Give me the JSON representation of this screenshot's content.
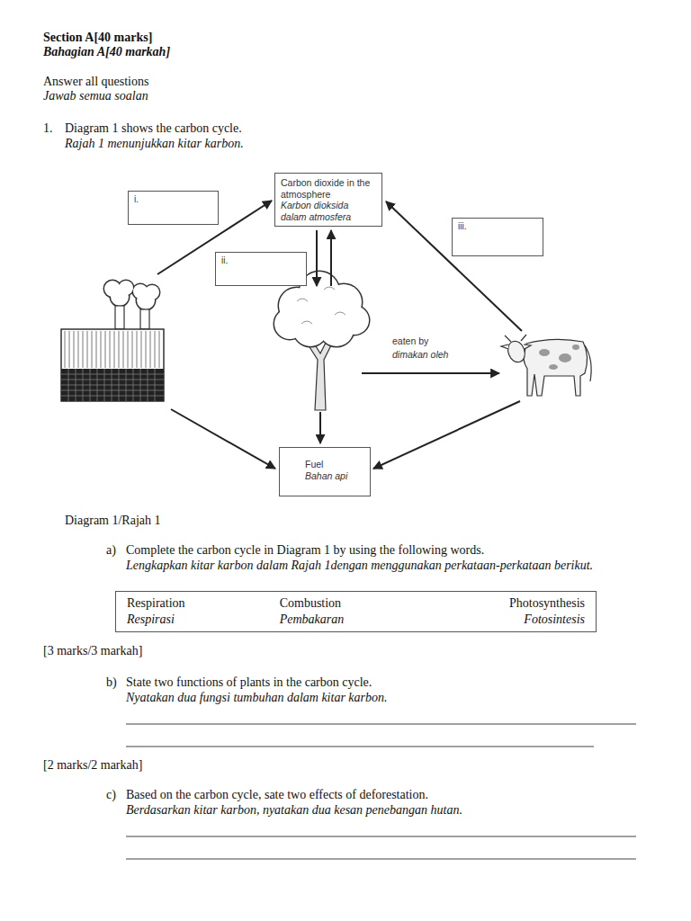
{
  "diagram": {
    "caption": "Diagram 1/Rajah 1",
    "nodes": [
      {
        "text": [
          "Carbon dioxide in the atmosphere",
          "Karbon dioksida dalam atmosfera"
        ]
      },
      {
        "text": [
          "i."
        ]
      },
      {
        "text": [
          "ii."
        ]
      },
      {
        "text": [
          "iii."
        ]
      },
      {
        "text": [
          "Fuel",
          "Bahan api"
        ]
      },
      {
        "text": [
          "Respiration",
          "Respirasi",
          "Combustion",
          "Pembakaran",
          "Photosynthesis",
          "Fotosintesis"
        ]
      }
    ],
    "labels": [
      "Section A[40 marks]",
      "Bahagian A[40 markah]",
      "Answer all questions",
      "Jawab semua soalan",
      "1.",
      "Diagram 1 shows the carbon cycle.",
      "Rajah 1 menunjukkan kitar karbon.",
      "eaten by",
      "dimakan oleh",
      "a)",
      "Complete the carbon cycle in Diagram 1 by using the following words.",
      "Lengkapkan kitar karbon dalam Rajah 1dengan menggunakan perkataan-perkataan berikut.",
      "[3 marks/3 markah]",
      "b)",
      "State two functions of plants in the carbon cycle.",
      "Nyatakan dua fungsi tumbuhan dalam kitar karbon.",
      "[2 marks/2 markah]",
      "c)",
      "Based on the carbon cycle, sate two effects of deforestation.",
      "Berdasarkan kitar karbon, nyatakan dua kesan penebangan hutan."
    ]
  }
}
